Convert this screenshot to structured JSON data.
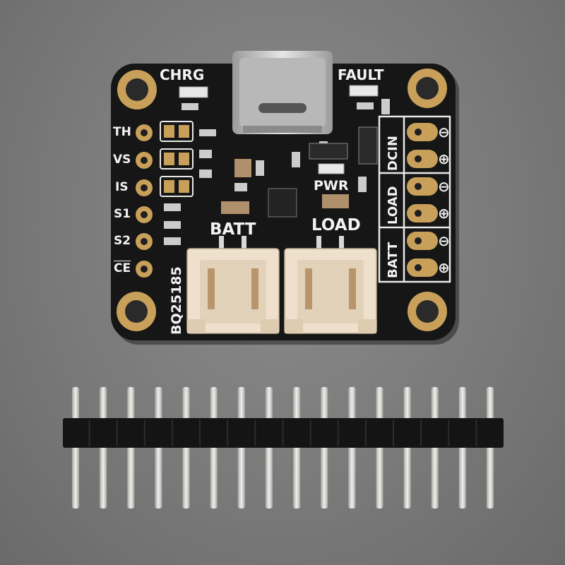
{
  "board": {
    "chip_name": "BQ25185",
    "led_labels": {
      "charge": "CHRG",
      "fault": "FAULT",
      "power": "PWR"
    },
    "connector_labels": {
      "battery": "BATT",
      "load": "LOAD"
    },
    "left_pins": [
      "TH",
      "VS",
      "IS",
      "S1",
      "S2",
      "CE"
    ],
    "right_terminals": [
      {
        "group": "DCIN",
        "signs": [
          "⊖",
          "⊕"
        ]
      },
      {
        "group": "LOAD",
        "signs": [
          "⊖",
          "⊕"
        ]
      },
      {
        "group": "BATT",
        "signs": [
          "⊖",
          "⊕"
        ]
      }
    ],
    "connector_polarity": {
      "plus": "+",
      "minus": "−"
    }
  },
  "header_strip": {
    "pin_count": 16
  },
  "colors": {
    "pcb": "#161616",
    "gold": "#c8a05a",
    "silkscreen": "#f2f2f2",
    "jst_plastic": "#eee0cc",
    "header_plastic": "#141414",
    "header_pins": "#d8d6d2",
    "background": "#7c7c7c"
  }
}
